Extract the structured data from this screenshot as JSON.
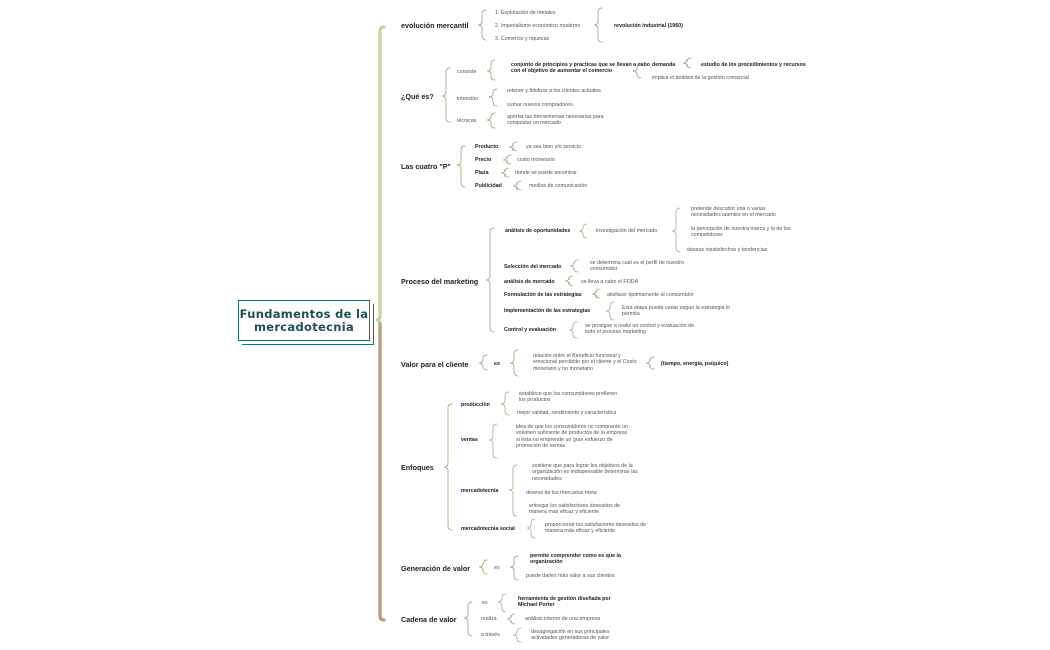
{
  "root_title": "Fundamentos de la mercadotecnia",
  "evolucion": {
    "title": "evolución mercantil",
    "items": [
      "1. Explotación de metales",
      "2. Imperialismo económico moderno",
      "3. Comercio y riquezas"
    ],
    "result": "revolución industrial (1960)"
  },
  "que_es": {
    "title": "¿Qué es?",
    "consiste_label": "consiste",
    "consiste_text": "conjunto de principios y prácticas que se llevan a cabo con el objetivo de aumentar el comercio",
    "demanda_label": "demanda",
    "demanda_text": "estudio de los procedimientos y recursos",
    "gestion_text": "implica el análisis de la gestión comercial",
    "intencion_label": "intención",
    "intencion_items": [
      "retener y fidelizar a los clientes actuales",
      "sumar nuevos compradores."
    ],
    "tecnicas_label": "técnicas",
    "tecnicas_text": "aportar las herramientas necesarias para conquistar un mercado"
  },
  "cuatro_p": {
    "title": "Las cuatro \"P\"",
    "items": [
      {
        "label": "Producto",
        "text": "ya sea bien y/o servicio"
      },
      {
        "label": "Precio",
        "text": "costo monetario"
      },
      {
        "label": "Plaza",
        "text": "donde se puede encontrar"
      },
      {
        "label": "Publicidad",
        "text": "medios de comunicación"
      }
    ]
  },
  "proceso": {
    "title": "Proceso del marketing",
    "oportunidades_label": "análisis de oportunidades",
    "investigacion_text": "investigación del mercado",
    "investigacion_items": [
      "pretende descubrir una o varias necesidades latentes en el mercado",
      "la percepción de nuestra marca y la de los competidores",
      "deseos insatisfechos y tendencias"
    ],
    "steps": [
      {
        "label": "Selección del mercado",
        "text": "se determina cual es el perfil de nuestro consumidor"
      },
      {
        "label": "análisis de mercado",
        "text": "se lleva a cabo el FODA"
      },
      {
        "label": "Formulación de las estrategias",
        "text": "atisfacer óptimamente al consumidor"
      },
      {
        "label": "Implementación de las estrategias",
        "text": "Esta etapa puede variar según la estrategia lo permita"
      },
      {
        "label": "Control y evaluación",
        "text": "se prosigue a realiz un control y evaluación de todo el proceso marketing"
      }
    ]
  },
  "valor_cliente": {
    "title": "Valor para el cliente",
    "es_label": "es",
    "text": "relación entre el Beneficio funcional y emocional percibido por el cliente y el Costo monetario y no monetario",
    "extra": "(tiempo, energía, psíquico)"
  },
  "enfoques": {
    "title": "Enfoques",
    "produccion_label": "producción",
    "produccion_items": [
      "establece que los consumidores prefieren los productos",
      "mejor calidad, rendimiento y característica"
    ],
    "ventas_label": "ventas",
    "ventas_text": "idea de que los consumidores no comprarán un volumen suficiente de productos de la empresa si ésta no emprende un gran esfuerzo de promoción de ventas",
    "mercadotecnia_label": "mercadotecnia",
    "mercadotecnia_items": [
      "sostiene que para lograr los objetivos de la organización es indispensable determinar las necesidades",
      "deseos de los mercados meta",
      "entregar los satisfactores deseados de manera más eficaz y eficiente"
    ],
    "social_label": "mercadotecnia social",
    "social_text": "proporcionar los satisfactores deseados de manera más eficaz y eficiente"
  },
  "generacion": {
    "title": "Generación de valor",
    "es_label": "es",
    "items": [
      "permite comprender como es que la organización",
      "puede darles más valor a sus clientes"
    ]
  },
  "cadena": {
    "title": "Cadena de valor",
    "es_label": "es",
    "es_text": "herramienta de gestión diseñada por Michael Porter",
    "realiza_label": "realiza",
    "realiza_text": "análisis interno de una empresa",
    "traves_label": "a trávés",
    "traves_text": "desagregación en sus principales actividades generadoras de valor"
  },
  "colors": {
    "upper_branch": "#c9d5a0",
    "lower_branch": "#c09a7b",
    "bracket": "#b8a488",
    "root_border": "#2a6b72"
  }
}
